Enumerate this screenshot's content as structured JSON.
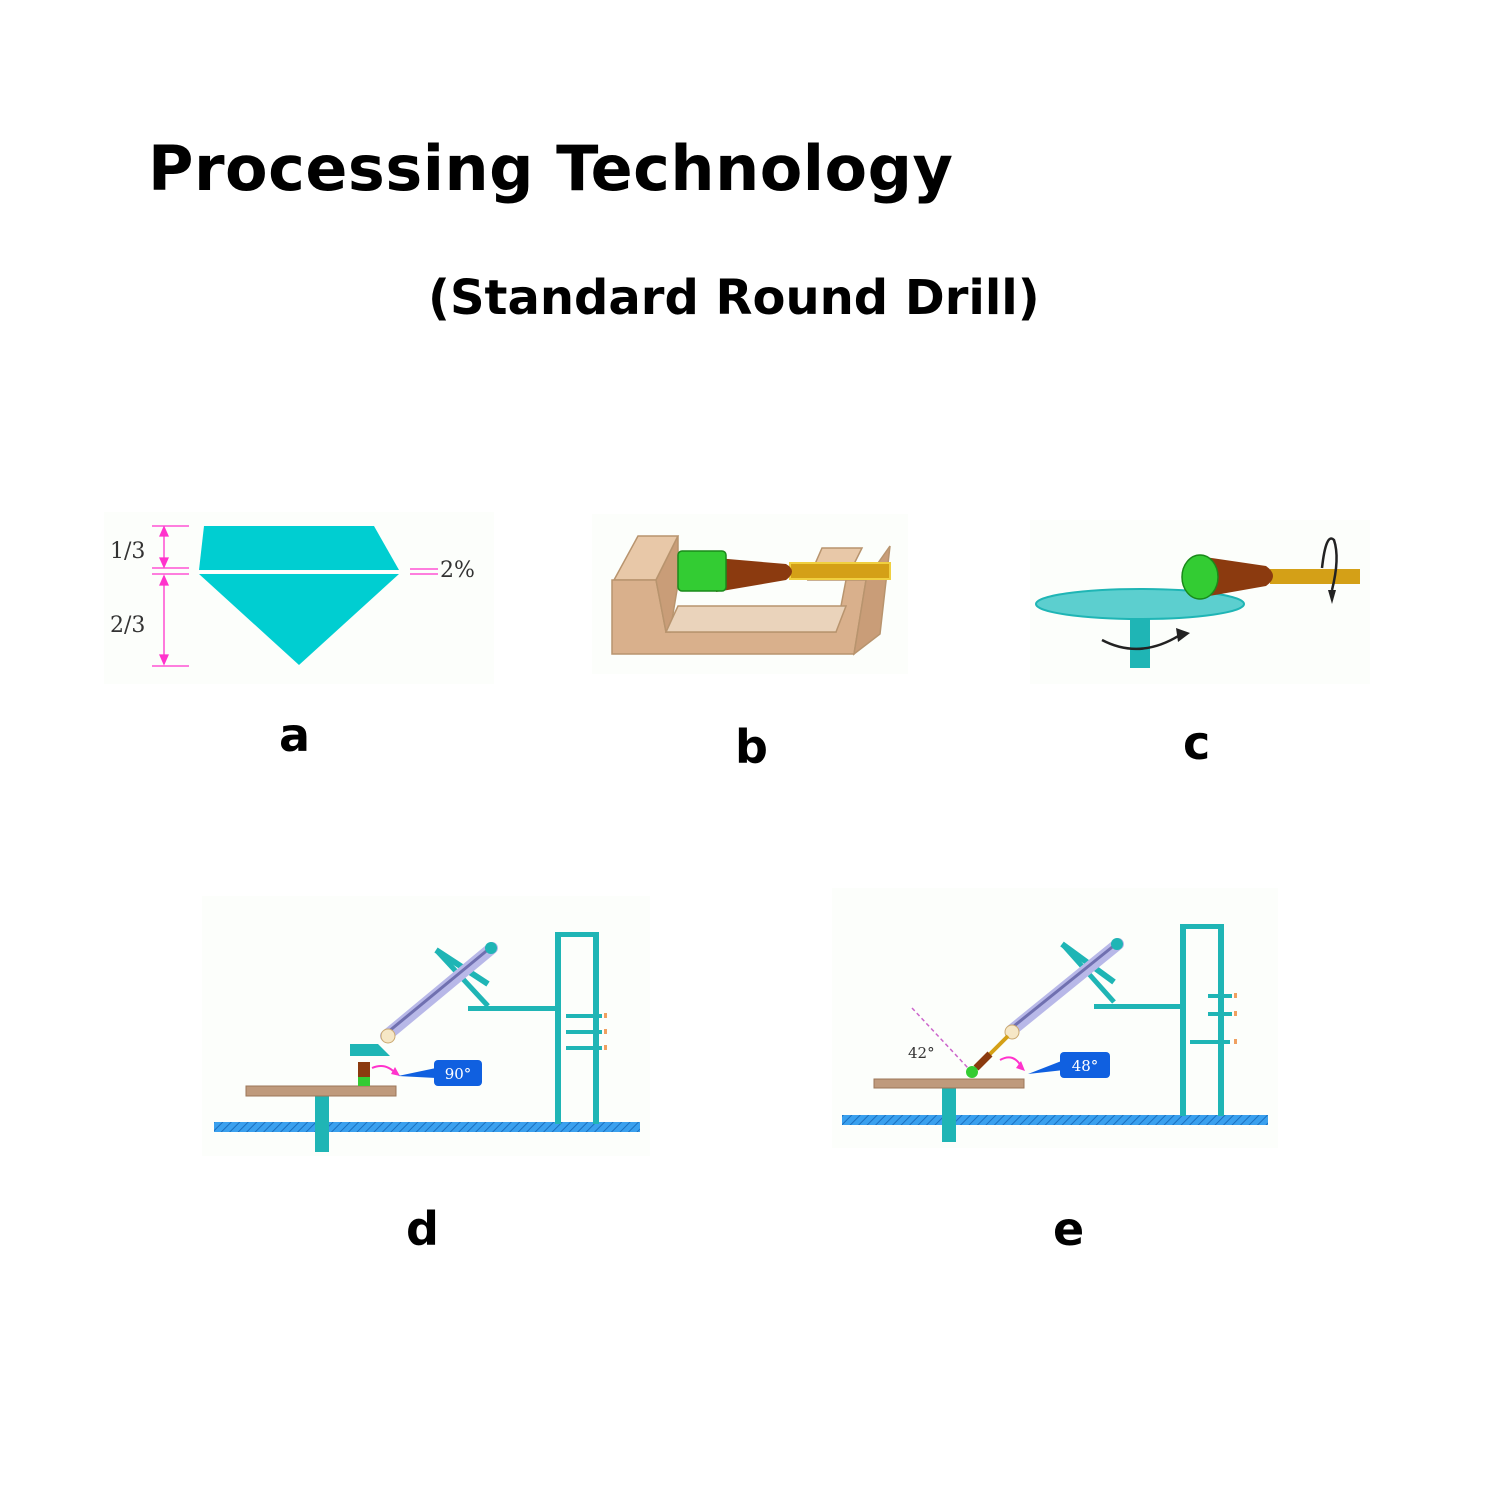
{
  "title": "Processing Technology",
  "subtitle": "(Standard Round Drill)",
  "panels": {
    "a": {
      "label": "a",
      "upper_ratio": "1/3",
      "lower_ratio": "2/3",
      "girdle": "2%"
    },
    "b": {
      "label": "b"
    },
    "c": {
      "label": "c"
    },
    "d": {
      "label": "d",
      "angle_badge": "90°"
    },
    "e": {
      "label": "e",
      "angle_badge": "48°",
      "complement_angle": "42°"
    }
  },
  "colors": {
    "diamond": "#00CED1",
    "dimension": "#ff33cc",
    "apparatus": "#1fb5b5",
    "rod": "#d4a017",
    "grip": "#8b3a0f",
    "holder": "#33cc33",
    "badge": "#1060e0",
    "base": "#2196f3",
    "block": "#ddb38f",
    "disc": "#bf9a7c"
  }
}
